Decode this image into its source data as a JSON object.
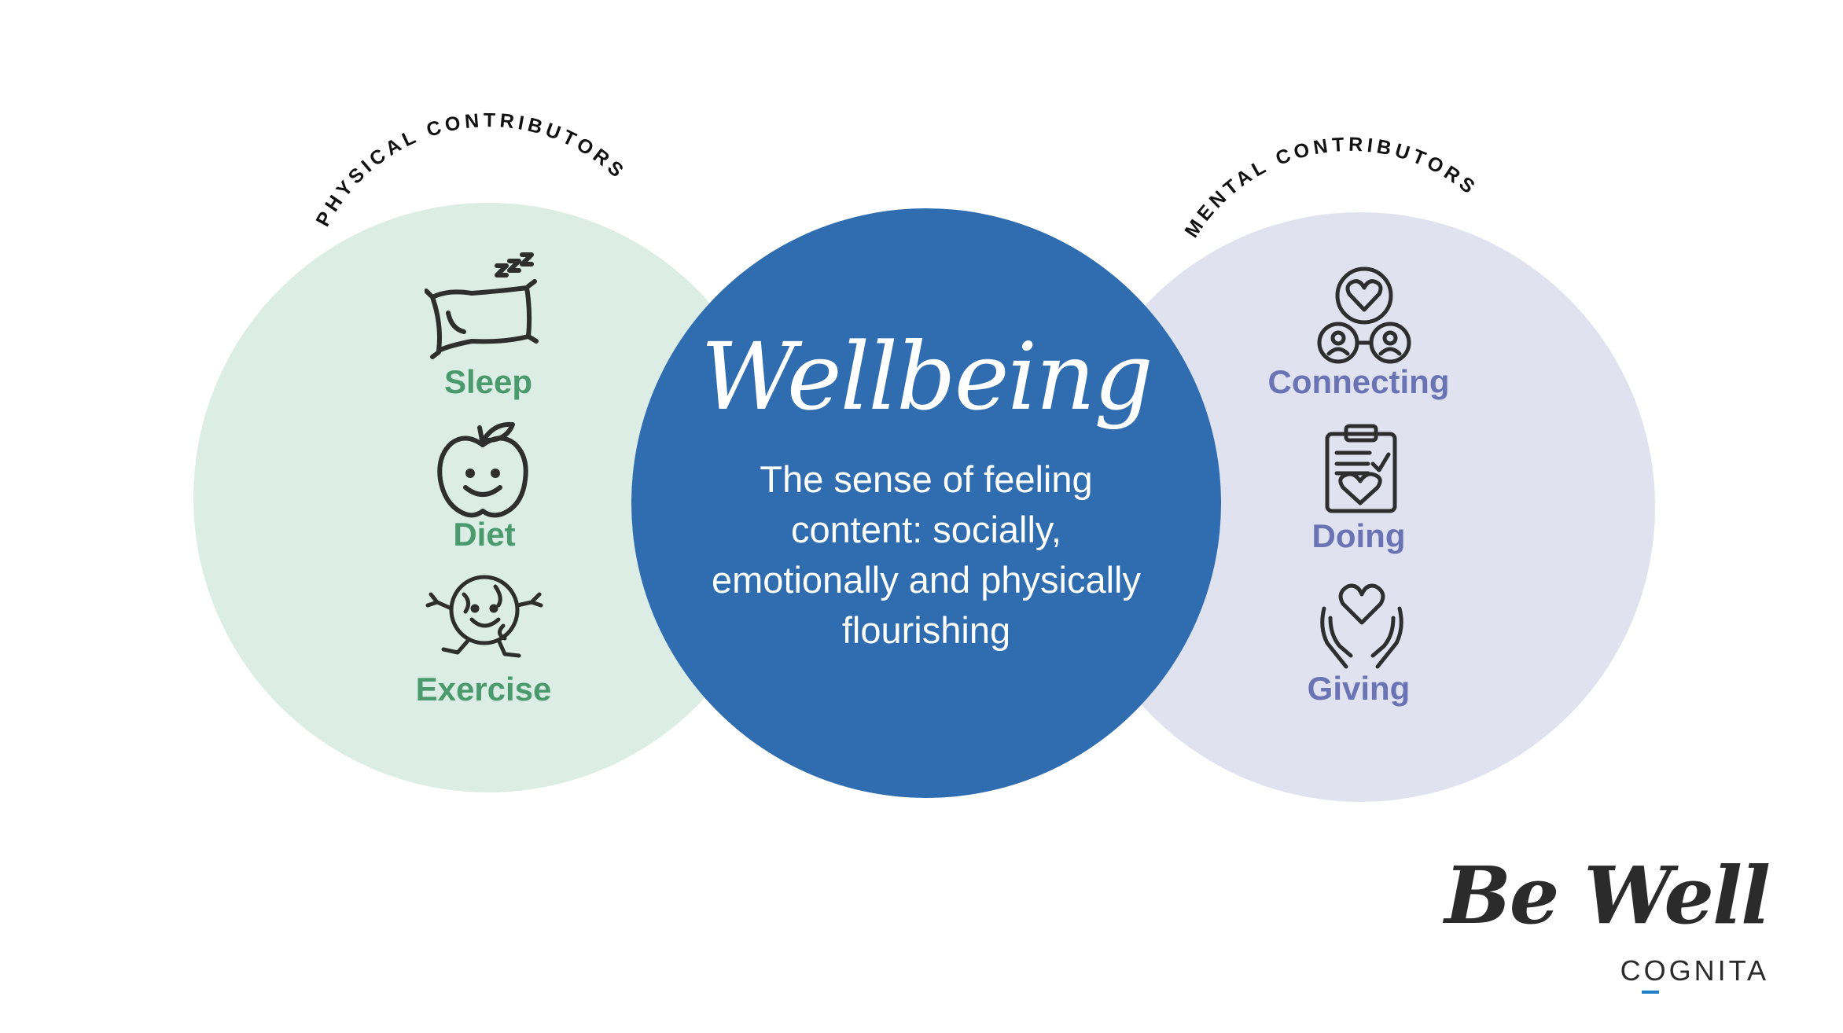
{
  "physical": {
    "heading": "PHYSICAL CONTRIBUTORS",
    "items": [
      {
        "label": "Sleep",
        "icon": "pillow-sleep-icon"
      },
      {
        "label": "Diet",
        "icon": "smiling-apple-icon"
      },
      {
        "label": "Exercise",
        "icon": "running-globe-icon"
      }
    ],
    "color": "#4a9a6e",
    "bg": "#dbede5"
  },
  "mental": {
    "heading": "MENTAL CONTRIBUTORS",
    "items": [
      {
        "label": "Connecting",
        "icon": "people-heart-network-icon"
      },
      {
        "label": "Doing",
        "icon": "clipboard-heart-icon"
      },
      {
        "label": "Giving",
        "icon": "hands-heart-icon"
      }
    ],
    "color": "#6a74b4",
    "bg": "#e1e2f0"
  },
  "center": {
    "title": "Wellbeing",
    "definition": "The sense of feeling content: socially, emotionally and physically flourishing",
    "bg": "#2f6cb0"
  },
  "brand": {
    "logo": "Be Well",
    "org": "COGNITA"
  }
}
